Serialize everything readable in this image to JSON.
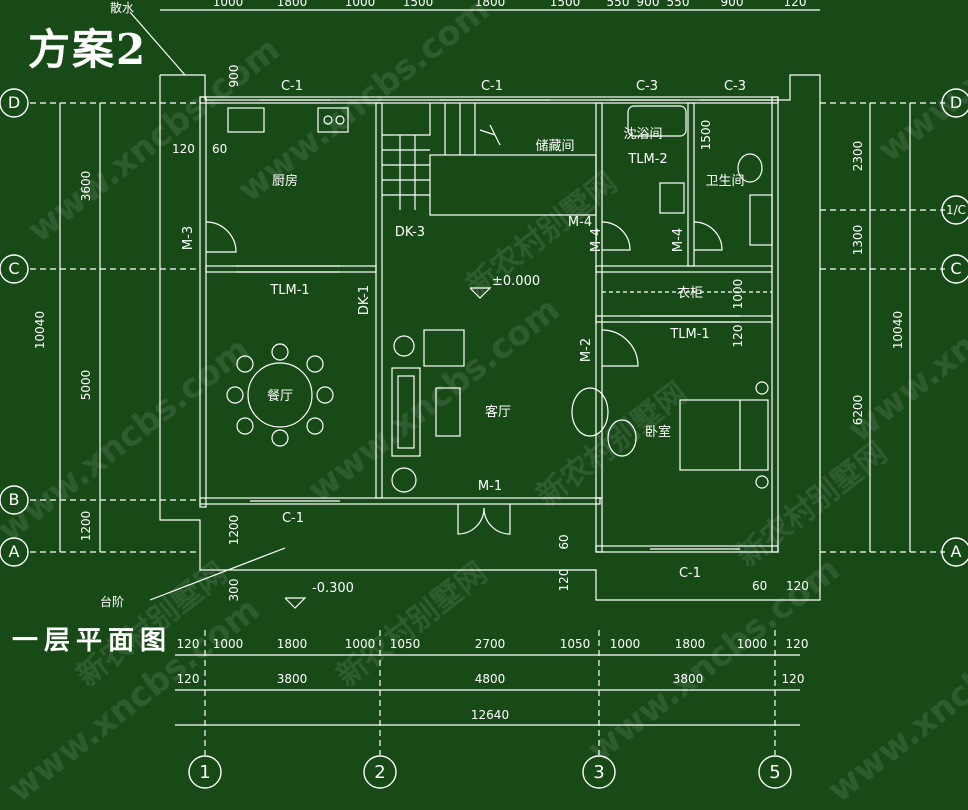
{
  "header": {
    "scheme_title": "方案2",
    "floor_title": "一层平面图"
  },
  "annotations": {
    "apron": "散水",
    "steps": "台阶",
    "elev_floor": "±0.000",
    "elev_out": "-0.300"
  },
  "rooms": {
    "kitchen": "厨房",
    "storage": "储藏间",
    "bath": "沈浴间",
    "wc": "卫生间",
    "wardrobe": "衣柜",
    "dining": "餐厅",
    "living": "客厅",
    "bedroom": "卧室"
  },
  "labels": {
    "c1_a": "C-1",
    "c1_b": "C-1",
    "c3_a": "C-3",
    "c3_b": "C-3",
    "tlm2": "TLM-2",
    "tlm1_a": "TLM-1",
    "tlm1_b": "TLM-1",
    "dk3": "DK-3",
    "dk1": "DK-1",
    "m3": "M-3",
    "m4_a": "M-4",
    "m4_b": "M-4",
    "m4_c": "M-4",
    "m2": "M-2",
    "m1": "M-1",
    "c1_c": "C-1",
    "c1_d": "C-1"
  },
  "axes": {
    "rows": [
      "D",
      "C",
      "B",
      "A"
    ],
    "right_extra": "1/C",
    "cols": [
      "1",
      "2",
      "3",
      "5"
    ]
  },
  "dims": {
    "top": [
      "1000",
      "1800",
      "1000",
      "1500",
      "1800",
      "1500",
      "550",
      "900",
      "550",
      "900",
      "120"
    ],
    "bottom_row1": [
      "120",
      "1000",
      "1800",
      "1000",
      "1050",
      "2700",
      "1050",
      "1000",
      "1800",
      "1000",
      "120"
    ],
    "bottom_row2": [
      "120",
      "3800",
      "4800",
      "3800",
      "120"
    ],
    "bottom_total": "12640",
    "left_outer": "10040",
    "left_segments": [
      "3600",
      "5000",
      "1200"
    ],
    "left_small": [
      "120",
      "60",
      "120",
      "60",
      "60",
      "120",
      "120"
    ],
    "right_segments": [
      "2300",
      "1300",
      "6200"
    ],
    "right_outer": "10040",
    "right_small": [
      "120",
      "60",
      "120"
    ],
    "misc": [
      "900",
      "120",
      "60",
      "1500",
      "1000",
      "120",
      "1200",
      "300",
      "60",
      "120",
      "60",
      "120"
    ]
  },
  "watermarks": [
    "www.xncbs.com",
    "新农村别墅网"
  ],
  "colors": {
    "background": "#184a18",
    "lines": "#ffffff"
  }
}
